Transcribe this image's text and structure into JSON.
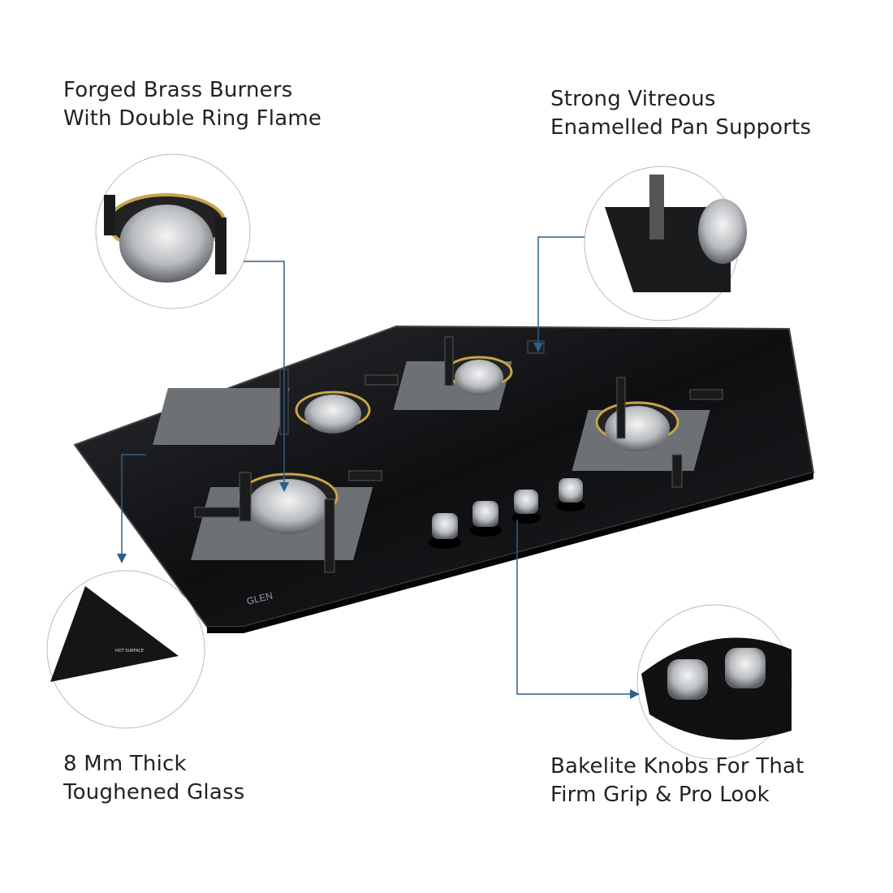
{
  "features": [
    {
      "line1": "Forged Brass Burners",
      "line2": "With Double Ring Flame"
    },
    {
      "line1": "Strong Vitreous",
      "line2": "Enamelled Pan Supports"
    },
    {
      "line1": "8 Mm Thick",
      "line2": "Toughened Glass"
    },
    {
      "line1": "Bakelite Knobs For That",
      "line2": "Firm Grip & Pro Look"
    }
  ],
  "product": {
    "brand": "GLEN",
    "warning_label": "HOT SURFACE"
  },
  "colors": {
    "callout": "#2e5f88",
    "glass": "#121315",
    "background": "#ffffff"
  }
}
